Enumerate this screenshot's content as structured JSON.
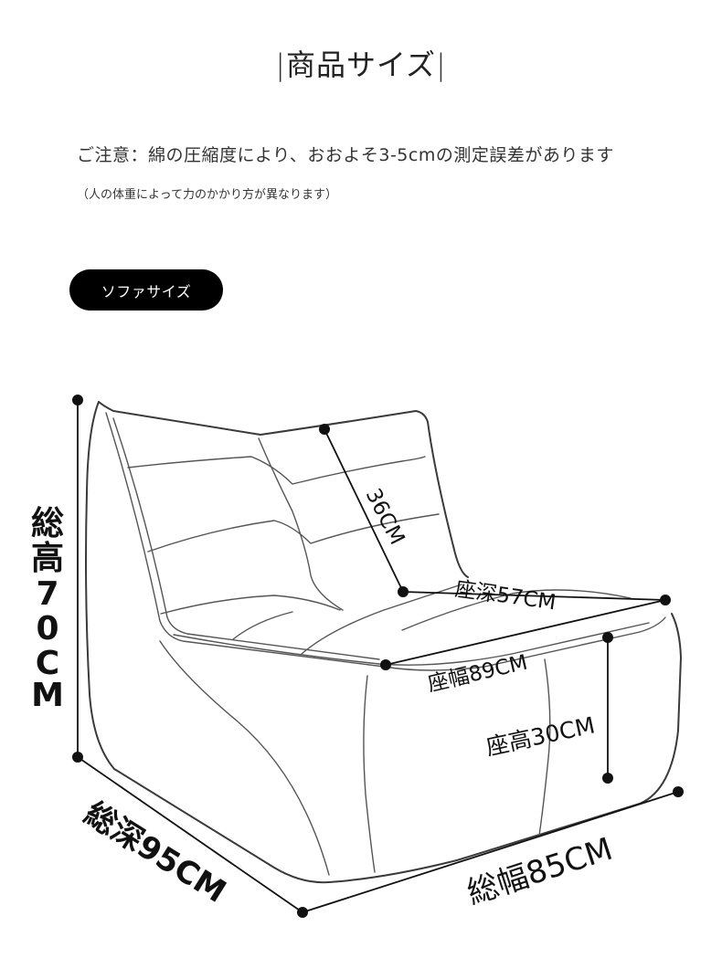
{
  "header": {
    "bar_left": "|",
    "title": "商品サイズ",
    "bar_right": "|"
  },
  "notice": "ご注意：綿の圧縮度により、おおよそ3-5cmの測定誤差があります",
  "subnote": "（人の体重によって力のかかり方が異なります）",
  "section_pill": "ソファサイズ",
  "dimensions": {
    "total_height_label": [
      "総",
      "高",
      "7",
      "0",
      "C",
      "M"
    ],
    "back_height": "36CM",
    "seat_depth": "座深57CM",
    "seat_width": "座幅89CM",
    "seat_height": "座高30CM",
    "total_depth": "総深95CM",
    "total_width": "総幅85CM"
  }
}
